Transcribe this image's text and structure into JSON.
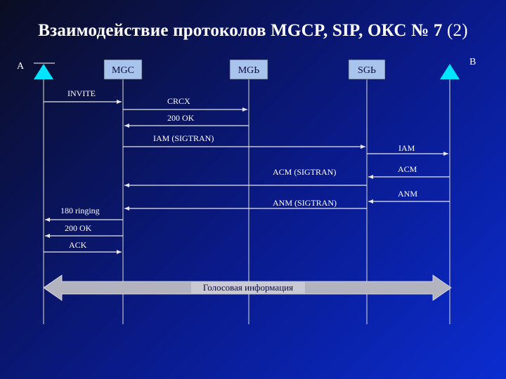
{
  "title": "Взаимодействие протоколов MGCP, SIP, ОКС № 7",
  "title_suffix": "(2)",
  "endpoints": {
    "a": "A",
    "b": "B"
  },
  "nodes": {
    "mgc": "MGC",
    "mgw": "MGЬ",
    "sgw": "SGЬ"
  },
  "messages": {
    "invite": "INVITE",
    "crcx": "CRCX",
    "ok200_mgw": "200 OK",
    "iam_sigtran": "IAM (SIGTRAN)",
    "iam": "IAM",
    "acm_sigtran": "ACM (SIGTRAN)",
    "acm": "ACM",
    "anm": "ANM",
    "anm_sigtran": "ANM (SIGTRAN)",
    "ringing": "180 ringing",
    "ok200_a": "200 OK",
    "ack": "ACK"
  },
  "voice_label": "Голосовая информация",
  "colors": {
    "box": "#a8c4ec",
    "triangle": "#00e5ff",
    "line": "#c8c8c8",
    "arrow": "#e0e0e0"
  }
}
